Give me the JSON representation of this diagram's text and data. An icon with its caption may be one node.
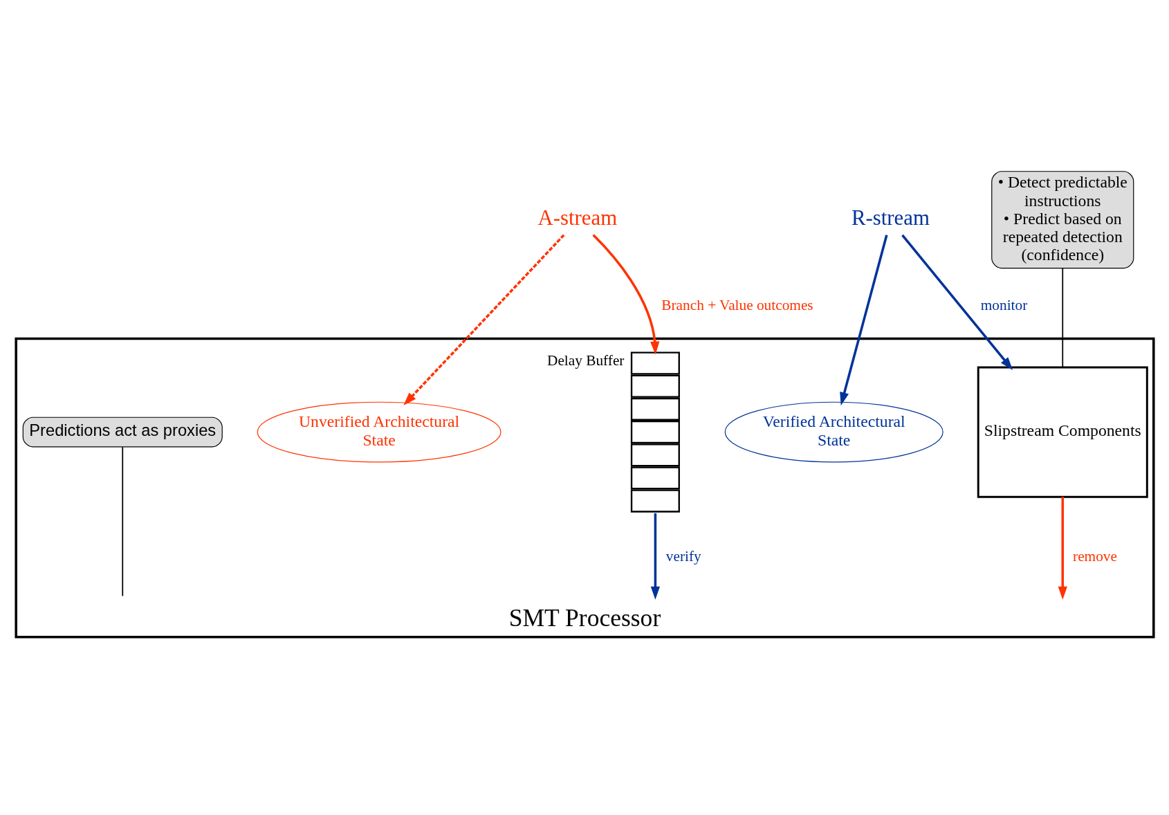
{
  "diagram": {
    "nodes": [
      {
        "text": [
          "SMT Processor"
        ]
      },
      {
        "text": [
          "A-stream"
        ]
      },
      {
        "text": [
          "R-stream"
        ]
      },
      {
        "text": [
          "Slipstream Components"
        ],
        "in": 0
      },
      {
        "text": [],
        "shape": "box",
        "beside": [
          "Delay Buffer"
        ],
        "in": 0
      },
      {
        "text": [
          "Verified Architectural State"
        ],
        "in": 0
      },
      {
        "text": [
          "Unverified Architectural State"
        ],
        "in": 0
      },
      {
        "text": [
          "Predictions act as proxies"
        ],
        "in": 0
      },
      {
        "text": [
          "• Detect predictable instructions",
          "• Predict based on repeated detection (confidence)"
        ]
      }
    ],
    "edges": [
      {
        "from": 1,
        "to": 6,
        "arrow": "to",
        "style": "dashed",
        "color": "#ff3300"
      },
      {
        "from": 2,
        "to": 5,
        "arrow": "to",
        "color": "#003399"
      },
      {
        "from": 3,
        "to": null,
        "arrow": "to",
        "label": "remove",
        "color": "#ff3300"
      },
      {
        "from": 4,
        "to": null,
        "arrow": "to",
        "label": "verify",
        "color": "#003399"
      },
      {
        "from": 2,
        "to": 3,
        "arrow": "to",
        "label": "monitor",
        "color": "#003399"
      },
      {
        "from": 1,
        "to": 4,
        "arrow": "to",
        "label": "Branch + Value outcomes",
        "color": "#ff3300"
      },
      {
        "from": 7,
        "to": null,
        "arrow": "none",
        "color": "#000000"
      },
      {
        "from": 8,
        "to": 3,
        "arrow": "none",
        "color": "#000000"
      }
    ]
  }
}
